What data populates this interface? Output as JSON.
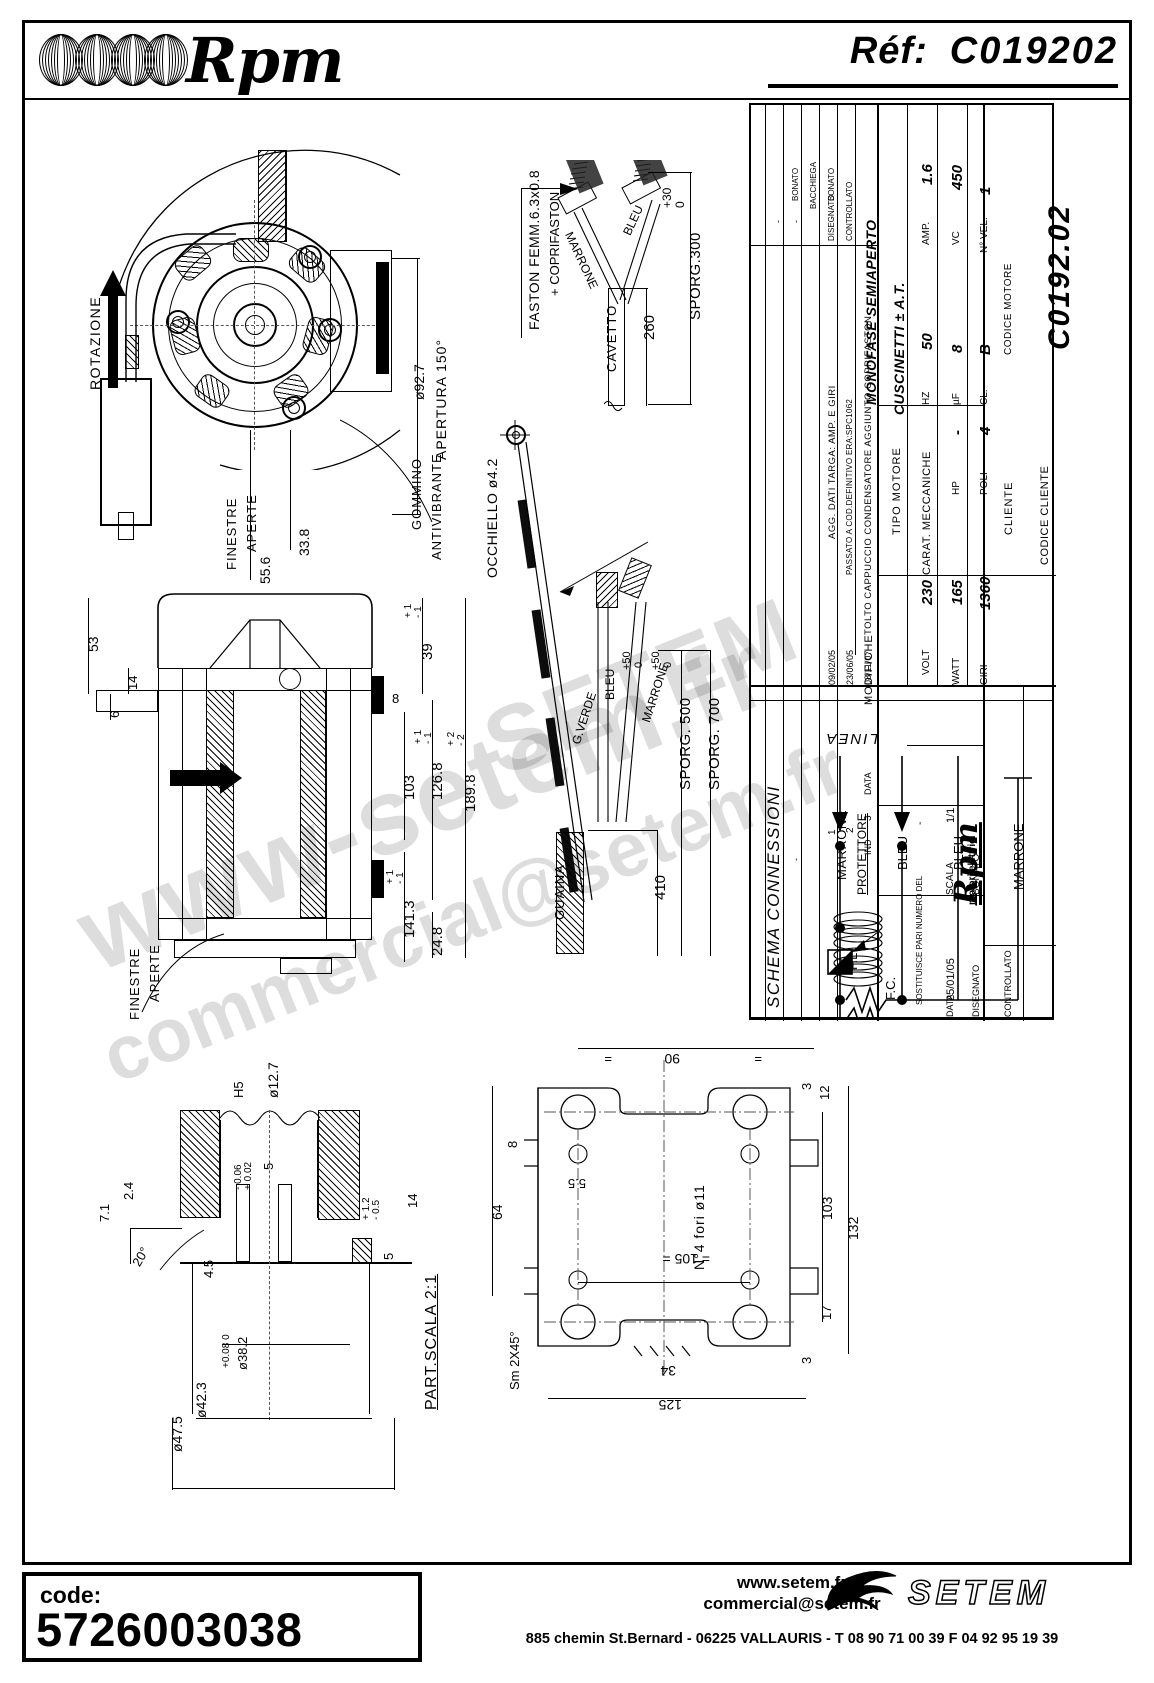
{
  "header": {
    "logo_text": "Rpm",
    "ref_label": "Réf:",
    "ref_number": "C019202"
  },
  "title_block": {
    "modifiche_header": "MODIFICHE",
    "revisions": [
      {
        "n": "3",
        "date": "08/11/07",
        "text": "TOLTO CAPPUCCIO CONDENSATORE AGGIUNTO COPRIFASTON",
        "disegnato": "BONATO",
        "controllato": ""
      },
      {
        "n": "2",
        "date": "23/06/05",
        "text": "PASSATO A COD.DEFINITIVO ERA:SPC1062",
        "disegnato": "BACCHIEGA",
        "controllato": ""
      },
      {
        "n": "1",
        "date": "09/02/05",
        "text": "AGG. DATI TARGA: AMP. E GIRI",
        "disegnato": "BONATO",
        "controllato": ""
      }
    ],
    "col_ind": "IND",
    "col_data": "DATA",
    "col_disegnato": "DISEGNATO",
    "col_controllato": "CONTROLLATO",
    "tipo_motore_label": "TIPO MOTORE",
    "tipo_motore_value": "MONOFASE SEMIAPERTO",
    "carat_label": "CARAT. MECCANICHE",
    "carat_value": "CUSCINETTI ± A.T.",
    "specs": [
      {
        "label": "VOLT",
        "value": "230"
      },
      {
        "label": "HZ",
        "value": "50"
      },
      {
        "label": "AMP.",
        "value": "1.6"
      },
      {
        "label": "WATT",
        "value": "165"
      },
      {
        "label": "HP",
        "value": "-"
      },
      {
        "label": "µF",
        "value": "8"
      },
      {
        "label": "VC",
        "value": "450"
      },
      {
        "label": "GIRI",
        "value": "1360"
      },
      {
        "label": "POLI",
        "value": "4"
      },
      {
        "label": "CL.",
        "value": "B"
      },
      {
        "label": "N° VEL.",
        "value": "1"
      }
    ],
    "cliente_label": "CLIENTE",
    "codice_cliente_label": "CODICE CLIENTE",
    "codice_motore_label": "CODICE MOTORE",
    "codice_motore_value": "C0192.02",
    "company_logo": "Rpm",
    "company_sub": "motori elettrici",
    "sostituisce_label": "SOSTITUISCE PARI NUMERO DEL",
    "sostituisce_value": "-",
    "data_label": "DATA",
    "data_value": "25/01/05",
    "scala_label": "SCALA",
    "scala_value": "1/1",
    "disegnato_label": "DISEGNATO",
    "disegnato_value": "BONATO",
    "controllato_label": "CONTROLLATO"
  },
  "drawing_labels": {
    "rotazione": "ROTAZIONE",
    "apertura": "APERTURA 150°",
    "diam_92_7": "ø92.7",
    "dim_33_8": "33.8",
    "dim_55_6": "55.6",
    "gommino": "GOMMINO",
    "antivibrante": "ANTIVIBRANTE",
    "finestre": "FINESTRE",
    "aperte": "APERTE",
    "faston_femm": "FASTON FEMM.6.3x0.8",
    "coprifaston": "+ COPRIFASTON",
    "cavetto": "CAVETTO",
    "marrone": "MARRONE",
    "bleu": "BLEU",
    "dim_260": "260",
    "sporg_300": "SPORG.300",
    "tol_plus30": "+30",
    "tol_zero": "0",
    "occhiello": "OCCHIELLO ø4.2",
    "g_verde": "G.VERDE",
    "guaina": "GUAINA",
    "dim_410": "410",
    "sporg_500": "SPORG. 500",
    "sporg_700": "SPORG. 700",
    "tol_plus50": "+50",
    "dim_53": "53",
    "dim_14": "14",
    "dim_6": "6",
    "dim_8": "8",
    "dim_39": "39",
    "dim_39_tol_p": "+ 1",
    "dim_39_tol_m": "- 1",
    "dim_103": "103",
    "dim_126_8": "126.8",
    "dim_126_tol_p": "+ 1",
    "dim_126_tol_m": "- 1",
    "dim_189_8": "189.8",
    "dim_189_tol_p": "+ 2",
    "dim_189_tol_m": "- 2",
    "dim_141_3": "141.3",
    "dim_141_tol_p": "+ 1",
    "dim_141_tol_m": "- 1",
    "dim_24_8": "24.8"
  },
  "detail_scale": {
    "title": "PART.SCALA 2:1",
    "d12_7": "ø12.7",
    "h5": "H5",
    "dim_5": "5",
    "tol_p": "+ 0.02",
    "tol_m": "- 0.06",
    "dim_2_4": "2.4",
    "dim_7_1": "7.1",
    "dim_4_5": "4.5",
    "dim_14": "14",
    "dim_5b": "5",
    "tol5_p": "+ 1.2",
    "tol5_m": "- 0.5",
    "angle_20": "20°",
    "d38_2": "ø38.2",
    "d38_tol": "+0.08 0",
    "d42_3": "ø42.3",
    "d47_5": "ø47.5"
  },
  "base_plate": {
    "dim_90": "90",
    "dim_3_top": "3",
    "dim_12": "12",
    "dim_8": "8",
    "dim_5_5": "5.5",
    "dim_64": "64",
    "dim_105": "= 105 =",
    "dim_103": "103",
    "dim_132": "132",
    "dim_17": "17",
    "dim_3_bot": "3",
    "dim_34": "34",
    "dim_125": "125",
    "holes_note": "N°4 fori ø11",
    "chamfer_note": "Sm 2X45°",
    "eq": "="
  },
  "schema": {
    "title": "SCHEMA CONNESSIONI",
    "linea": "LINEA",
    "marrone": "MARRONE",
    "bleu_1": "BLEU",
    "bleu_2": "BLEU",
    "marrone_2": "MARRONE",
    "protettore": "PROTETTORE",
    "fl": "F.L.",
    "fc": "F.C."
  },
  "watermark": {
    "line1": "www-setem.fr",
    "line2": "commercial@setem.fr",
    "line3": "SETEM"
  },
  "footer": {
    "code_label": "code:",
    "code_value": "5726003038",
    "website": "www.setem.fr",
    "email": "commercial@setem.fr",
    "address": "885 chemin St.Bernard  -  06225 VALLAURIS  -  T 08 90 71 00 39   F 04 92 95 19 39",
    "brand": "SETEM"
  }
}
